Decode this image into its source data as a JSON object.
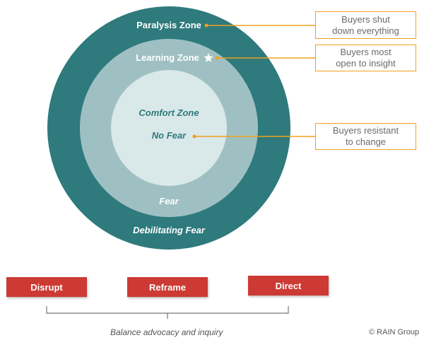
{
  "zones": {
    "paralysis": "Paralysis Zone",
    "learning": "Learning Zone",
    "comfort": "Comfort Zone",
    "no_fear": "No Fear",
    "fear": "Fear",
    "debilitating_fear": "Debilitating Fear"
  },
  "callouts": {
    "paralysis": "Buyers shut\ndown everything",
    "learning": "Buyers most\nopen to insight",
    "comfort": "Buyers resistant\nto change"
  },
  "actions": {
    "disrupt": "Disrupt",
    "reframe": "Reframe",
    "direct": "Direct"
  },
  "caption": "Balance advocacy and inquiry",
  "copyright": "© RAIN Group",
  "colors": {
    "outer_ring": "#2e7a7d",
    "middle_ring": "#9fc0c3",
    "inner_circle": "#d9e8e9",
    "callout_border": "#f0a020",
    "action_red": "#cc3a33"
  }
}
